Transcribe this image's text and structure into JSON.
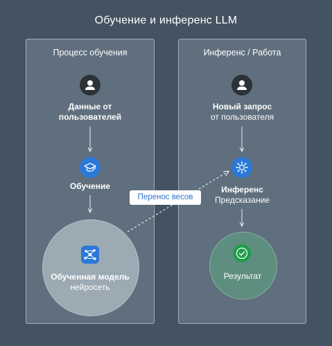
{
  "title": "Обучение и инференс LLM",
  "training": {
    "heading": "Процесс обучения",
    "data_line1": "Данные от",
    "data_line2": "пользователей",
    "step_label": "Обучение",
    "model_line1": "Обученная модель",
    "model_line2": "нейросеть"
  },
  "inference": {
    "heading": "Инференс / Работа",
    "request_line1": "Новый запрос",
    "request_line2": "от пользователя",
    "step_line1": "Инференс",
    "step_line2": "Предсказание",
    "result_label": "Результат"
  },
  "transfer_label": "Перенос весов",
  "colors": {
    "background": "#435361",
    "accent_blue": "#2a78d8",
    "result_green": "#1f9d4a",
    "result_circle": "#5e8e80",
    "label_text": "#2e73cf"
  },
  "icons": {
    "user": "user-icon",
    "training": "graduation-cap-icon",
    "model": "neural-network-icon",
    "inference": "network-hub-icon",
    "result": "check-circle-icon"
  }
}
